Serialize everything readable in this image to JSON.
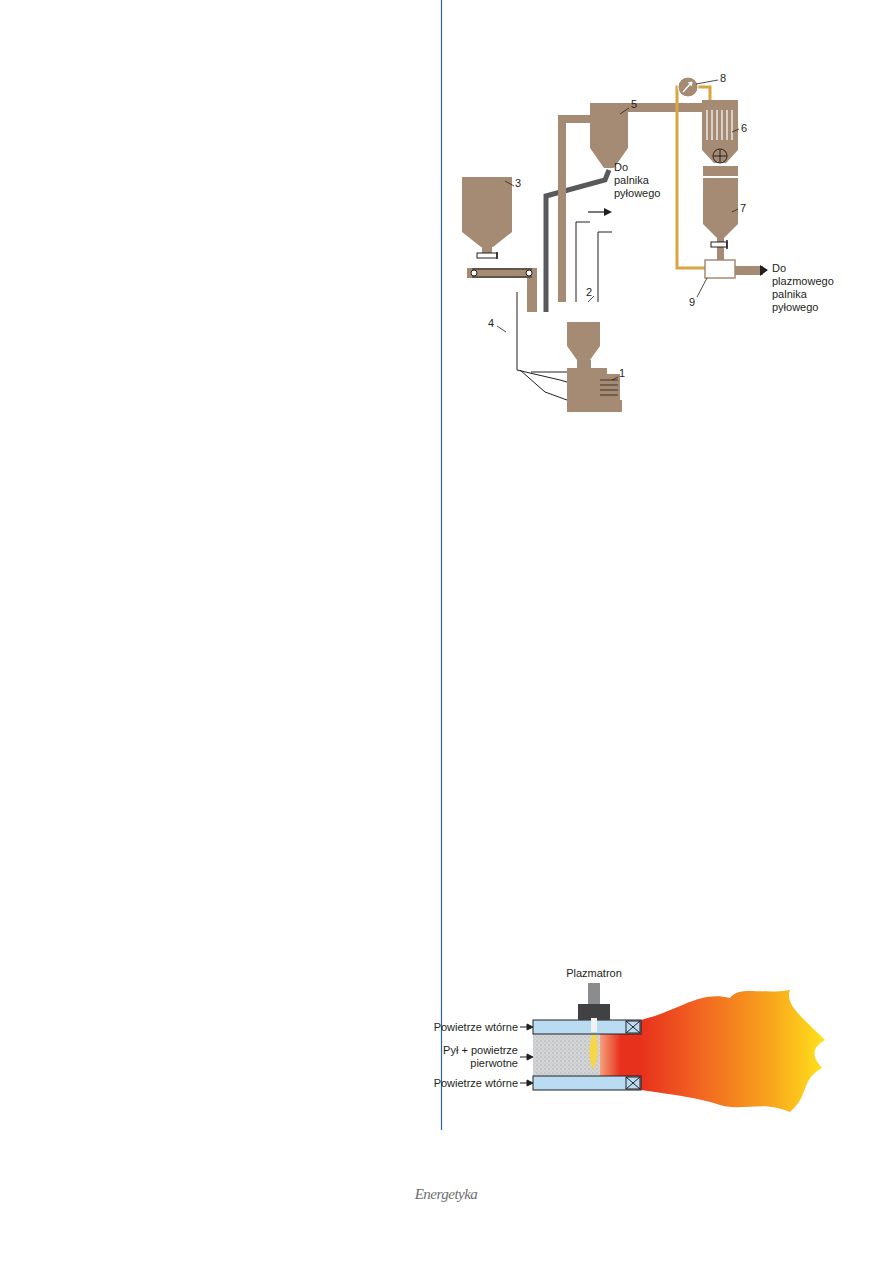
{
  "diagram": {
    "labels": [
      "8",
      "6",
      "5",
      "3",
      "Do palnika pyłowego",
      "7",
      "Do plazmowego palnika pyłowego",
      "4",
      "2",
      "9",
      "1",
      "Plazmatron",
      "Powietrze wtórne",
      "Pył + powietrze pierwotne",
      "Powietrze wtórne",
      "Energetyka"
    ]
  }
}
